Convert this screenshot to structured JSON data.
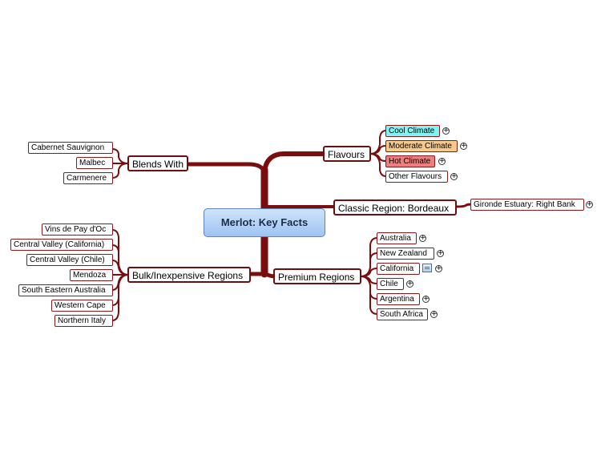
{
  "central": "Merlot: Key Facts",
  "branches": {
    "blends_with": {
      "label": "Blends With",
      "items": [
        "Cabernet Sauvignon",
        "Malbec",
        "Carmenere"
      ]
    },
    "flavours": {
      "label": "Flavours",
      "items": [
        {
          "label": "Cool Climate",
          "color": "#7ff4f2"
        },
        {
          "label": "Moderate Climate",
          "color": "#f7c98a"
        },
        {
          "label": "Hot Climate",
          "color": "#ee7f7f"
        },
        {
          "label": "Other Flavours",
          "color": "#ffffff"
        }
      ]
    },
    "classic_region": {
      "label": "Classic Region: Bordeaux",
      "items": [
        "Gironde Estuary: Right Bank"
      ]
    },
    "bulk_regions": {
      "label": "Bulk/Inexpensive Regions",
      "items": [
        "Vins de Pay d'Oc",
        "Central Valley (California)",
        "Central Valley (Chile)",
        "Mendoza",
        "South Eastern Australia",
        "Western Cape",
        "Northern Italy"
      ]
    },
    "premium_regions": {
      "label": "Premium Regions",
      "items": [
        "Australia",
        "New Zealand",
        "California",
        "Chile",
        "Argentina",
        "South Africa"
      ]
    }
  },
  "colors": {
    "branch_line": "#7a0d0d",
    "central_fill": "#a7cbf3",
    "central_border": "#5a86c4"
  },
  "icons": {
    "expand": "plus-circle-icon",
    "note": "note-icon"
  }
}
